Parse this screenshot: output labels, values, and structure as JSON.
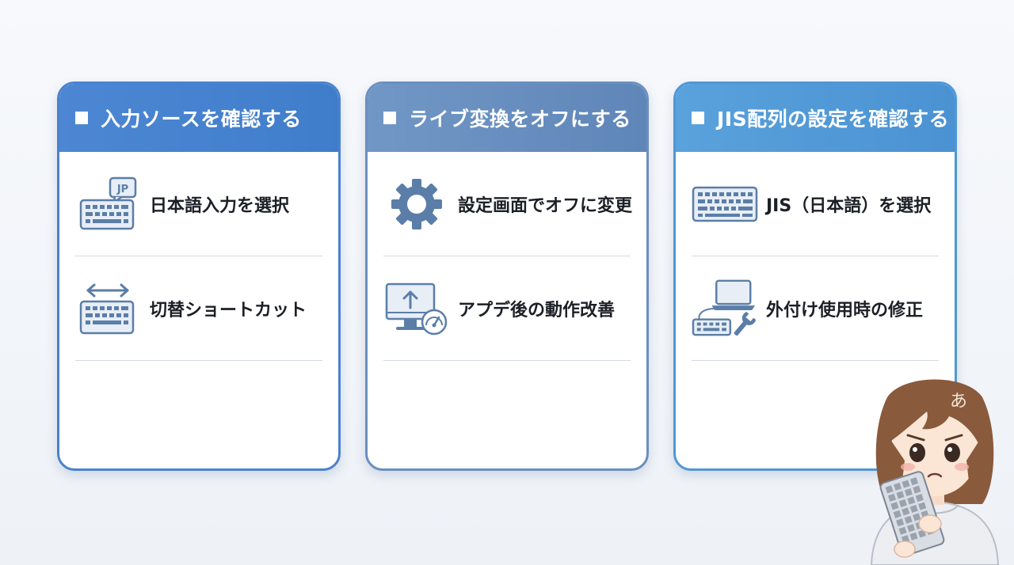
{
  "cards": [
    {
      "title": "入力ソースを確認する",
      "items": [
        {
          "icon": "keyboard-jp-icon",
          "label": "日本語入力を選択"
        },
        {
          "icon": "keyboard-switch-icon",
          "label": "切替ショートカット"
        }
      ]
    },
    {
      "title": "ライブ変換をオフにする",
      "items": [
        {
          "icon": "gear-icon",
          "label": "設定画面でオフに変更"
        },
        {
          "icon": "monitor-update-icon",
          "label": "アプデ後の動作改善"
        }
      ]
    },
    {
      "title": "JIS配列の設定を確認する",
      "items": [
        {
          "icon": "keyboard-icon",
          "label": "JIS（日本語）を選択"
        },
        {
          "icon": "laptop-wrench-icon",
          "label": "外付け使用時の修正"
        }
      ]
    }
  ],
  "mascot": {
    "badge": "あ"
  },
  "colors": {
    "card1": "#4a82cf",
    "card2": "#6b8fbf",
    "card3": "#4f97d6",
    "icon": "#5b7ea8"
  }
}
